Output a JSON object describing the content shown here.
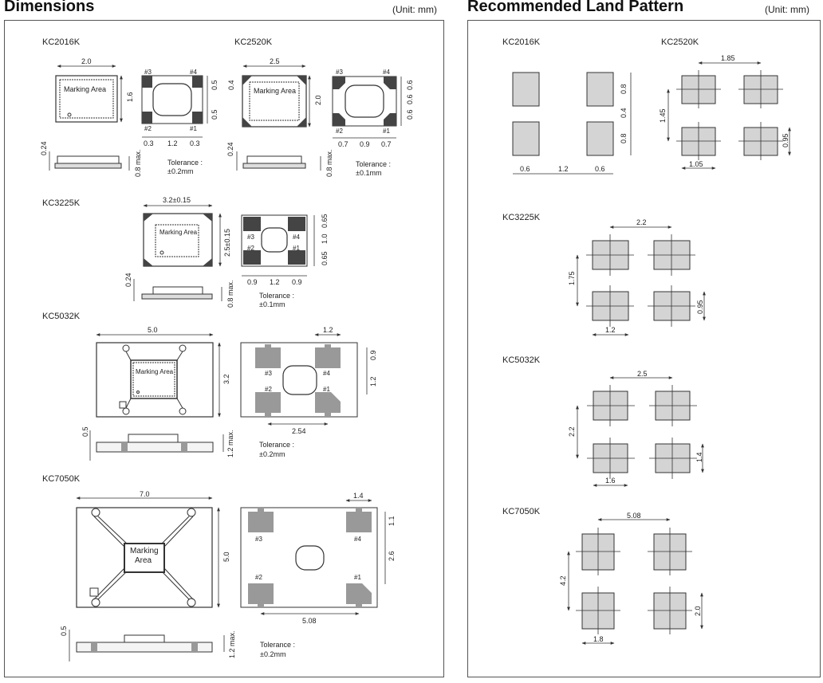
{
  "left": {
    "title": "Dimensions",
    "unit": "(Unit: mm)",
    "models": {
      "kc2016k": {
        "name": "KC2016K",
        "width": "2.0",
        "height": "1.6",
        "side_height": "0.24",
        "max_height": "0.8 max.",
        "pad_h1": "0.5",
        "pad_h2": "0.4",
        "pad_h3": "0.5",
        "pad_w1": "0.3",
        "pad_w2": "1.2",
        "pad_w3": "0.3",
        "pins": [
          "#3",
          "#4",
          "#2",
          "#1"
        ],
        "marking": "Marking Area",
        "tolerance_label": "Tolerance :",
        "tolerance": "±0.2mm"
      },
      "kc2520k": {
        "name": "KC2520K",
        "width": "2.5",
        "height": "2.0",
        "side_height": "0.24",
        "max_height": "0.8 max.",
        "pad_h1": "0.6",
        "pad_h2": "0.6",
        "pad_h3": "0.6",
        "pad_w1": "0.7",
        "pad_w2": "0.9",
        "pad_w3": "0.7",
        "pins": [
          "#3",
          "#4",
          "#2",
          "#1"
        ],
        "marking": "Marking Area",
        "tolerance_label": "Tolerance :",
        "tolerance": "±0.1mm"
      },
      "kc3225k": {
        "name": "KC3225K",
        "width": "3.2±0.15",
        "height": "2.5±0.15",
        "side_height": "0.24",
        "max_height": "0.8 max.",
        "pad_h1": "0.65",
        "pad_h2": "1.0",
        "pad_h3": "0.65",
        "pad_w1": "0.9",
        "pad_w2": "1.2",
        "pad_w3": "0.9",
        "pins": [
          "#3",
          "#4",
          "#2",
          "#1"
        ],
        "marking": "Marking Area",
        "tolerance_label": "Tolerance :",
        "tolerance": "±0.1mm"
      },
      "kc5032k": {
        "name": "KC5032K",
        "width": "5.0",
        "height": "3.2",
        "side_height": "0.5",
        "max_height": "1.2 max.",
        "pad_w": "1.2",
        "pad_h1": "0.9",
        "pad_h2": "1.2",
        "pitch": "2.54",
        "pins": [
          "#3",
          "#4",
          "#2",
          "#1"
        ],
        "marking": "Marking Area",
        "tolerance_label": "Tolerance :",
        "tolerance": "±0.2mm"
      },
      "kc7050k": {
        "name": "KC7050K",
        "width": "7.0",
        "height": "5.0",
        "side_height": "0.5",
        "max_height": "1.2 max.",
        "pad_w": "1.4",
        "pad_h1": "1.1",
        "pad_h2": "2.6",
        "pitch": "5.08",
        "pins": [
          "#3",
          "#4",
          "#2",
          "#1"
        ],
        "marking_1": "Marking",
        "marking_2": "Area",
        "tolerance_label": "Tolerance :",
        "tolerance": "±0.2mm"
      }
    }
  },
  "right": {
    "title": "Recommended Land Pattern",
    "unit": "(Unit: mm)",
    "models": {
      "kc2016k": {
        "name": "KC2016K",
        "pad_w": "0.6",
        "gap": "1.2",
        "pad_w2": "0.6",
        "pad_h": "0.8",
        "gap_h": "0.4",
        "pad_h2": "0.8"
      },
      "kc2520k": {
        "name": "KC2520K",
        "pitch_x": "1.85",
        "pitch_y": "1.45",
        "pad_w": "1.05",
        "pad_h": "0.95"
      },
      "kc3225k": {
        "name": "KC3225K",
        "pitch_x": "2.2",
        "pitch_y": "1.75",
        "pad_w": "1.2",
        "pad_h": "0.95"
      },
      "kc5032k": {
        "name": "KC5032K",
        "pitch_x": "2.5",
        "pitch_y": "2.2",
        "pad_w": "1.6",
        "pad_h": "1.4"
      },
      "kc7050k": {
        "name": "KC7050K",
        "pitch_x": "5.08",
        "pitch_y": "4.2",
        "pad_w": "1.8",
        "pad_h": "2.0"
      }
    }
  },
  "colors": {
    "pad_fill": "#d4d4d4",
    "package_fill": "#e4e4e4",
    "line": "#333333"
  }
}
